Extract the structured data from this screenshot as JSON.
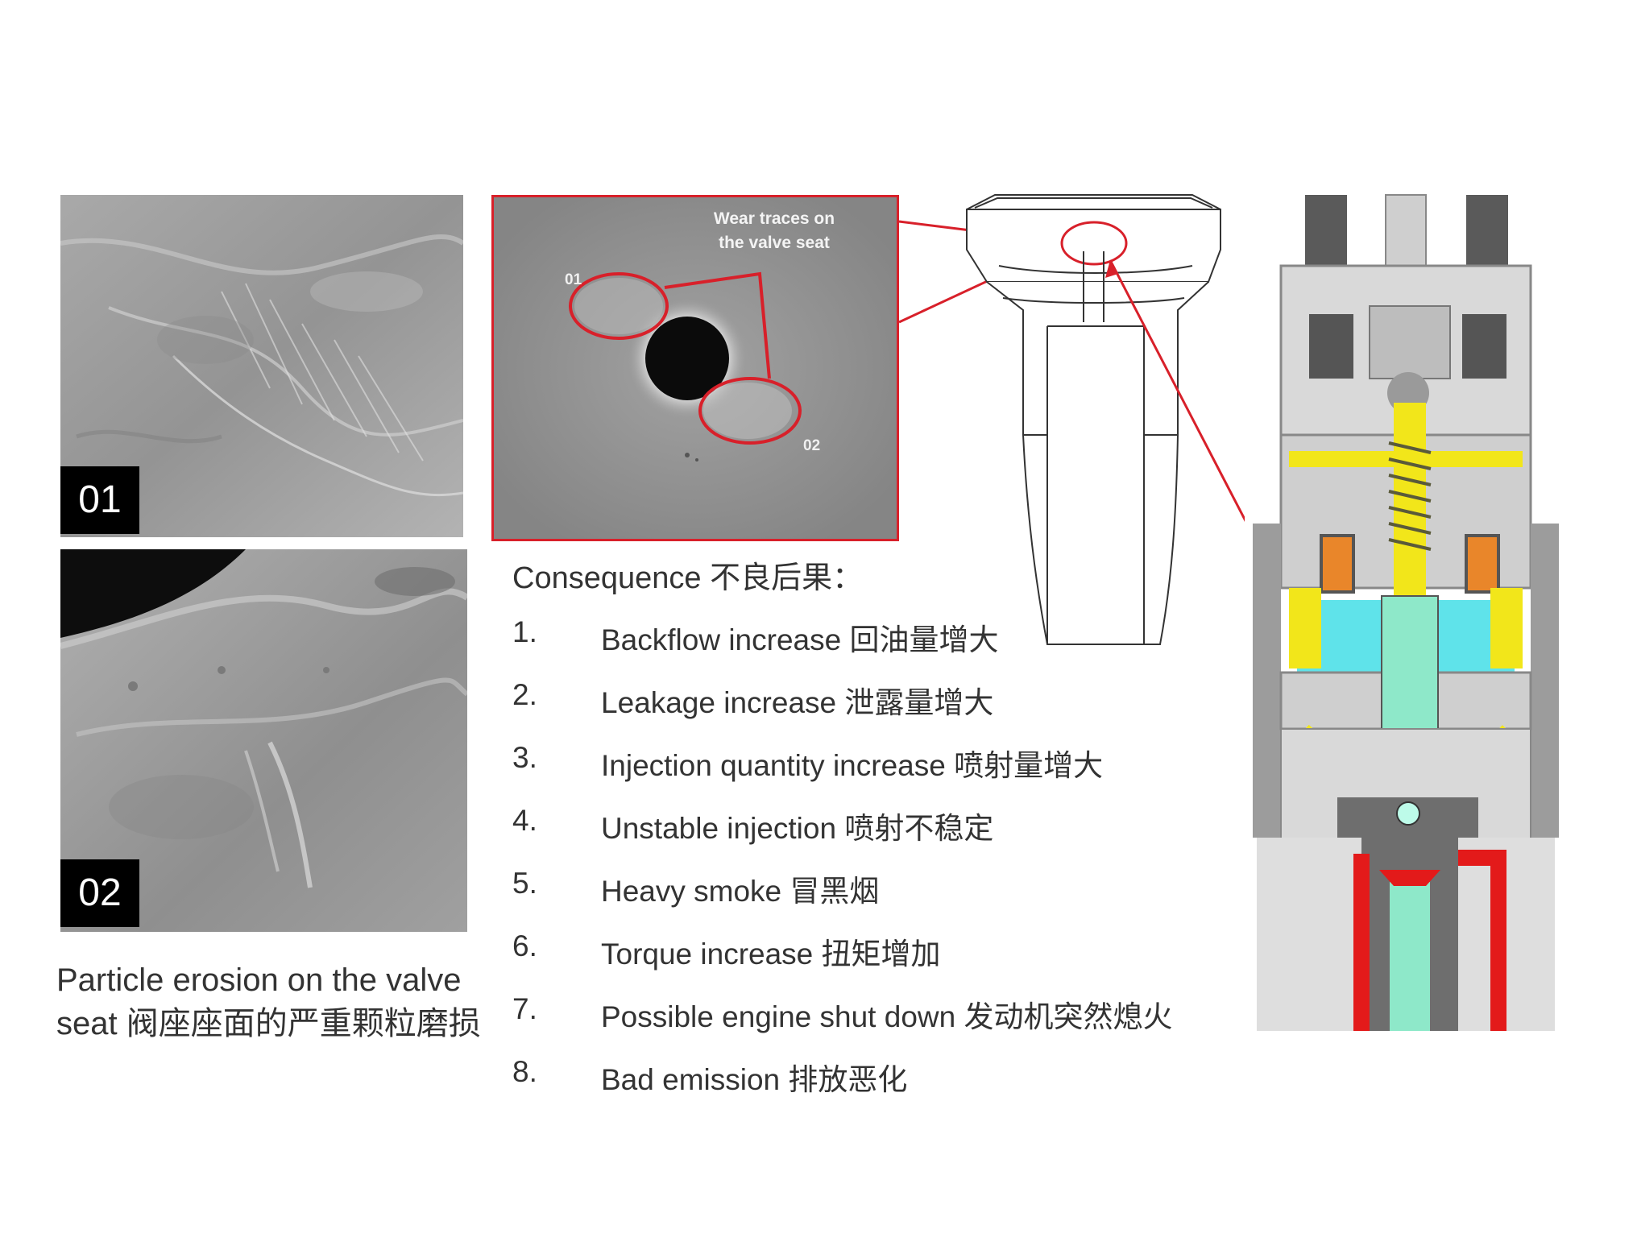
{
  "sem_images": [
    {
      "label": "01"
    },
    {
      "label": "02"
    }
  ],
  "caption": {
    "line1": "Particle erosion on the valve",
    "line2": "seat 阀座座面的严重颗粒磨损"
  },
  "seat_photo": {
    "title_line1": "Wear traces on",
    "title_line2": "the valve seat",
    "marker_01": "01",
    "marker_02": "02"
  },
  "consequence": {
    "title": "Consequence 不良后果：",
    "items": [
      {
        "num": "1.",
        "text": "Backflow increase 回油量增大"
      },
      {
        "num": "2.",
        "text": "Leakage increase 泄露量增大"
      },
      {
        "num": "3.",
        "text": "Injection quantity increase 喷射量增大"
      },
      {
        "num": "4.",
        "text": "Unstable injection 喷射不稳定"
      },
      {
        "num": "5.",
        "text": "Heavy smoke 冒黑烟"
      },
      {
        "num": "6.",
        "text": "Torque increase 扭矩增加"
      },
      {
        "num": "7.",
        "text": "Possible engine shut down 发动机突然熄火"
      },
      {
        "num": "8.",
        "text": "Bad emission 排放恶化"
      }
    ]
  },
  "colors": {
    "accent_red": "#d8202a",
    "injector_yellow": "#f2e61a",
    "injector_cyan": "#5fe3ea",
    "injector_mint": "#8ee8c9",
    "injector_orange": "#e9862a"
  }
}
